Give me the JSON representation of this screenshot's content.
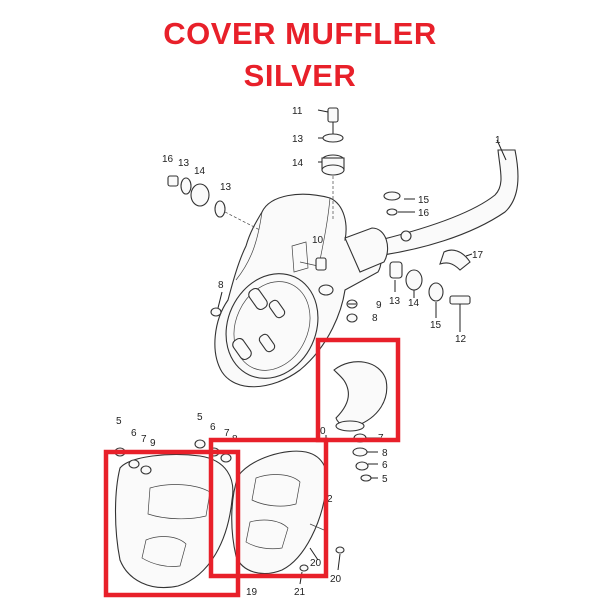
{
  "title": {
    "line1": "COVER MUFFLER",
    "line2": "SILVER",
    "color": "#e8202a"
  },
  "highlight_color": "#e8202a",
  "callouts": [
    {
      "id": "c11",
      "text": "11"
    },
    {
      "id": "c13a",
      "text": "13"
    },
    {
      "id": "c14a",
      "text": "14"
    },
    {
      "id": "c1",
      "text": "1"
    },
    {
      "id": "c16a",
      "text": "16"
    },
    {
      "id": "c13b",
      "text": "13"
    },
    {
      "id": "c14b",
      "text": "14"
    },
    {
      "id": "c13c",
      "text": "13"
    },
    {
      "id": "c15a",
      "text": "15"
    },
    {
      "id": "c16b",
      "text": "16"
    },
    {
      "id": "c10",
      "text": "10"
    },
    {
      "id": "c17",
      "text": "17"
    },
    {
      "id": "c8a",
      "text": "8"
    },
    {
      "id": "c13d",
      "text": "13"
    },
    {
      "id": "c14c",
      "text": "14"
    },
    {
      "id": "c9a",
      "text": "9"
    },
    {
      "id": "c8b",
      "text": "8"
    },
    {
      "id": "c15b",
      "text": "15"
    },
    {
      "id": "c12",
      "text": "12"
    },
    {
      "id": "c5a",
      "text": "5"
    },
    {
      "id": "c6a",
      "text": "6"
    },
    {
      "id": "c7a",
      "text": "7"
    },
    {
      "id": "c9b",
      "text": "9"
    },
    {
      "id": "c5b",
      "text": "5"
    },
    {
      "id": "c6b",
      "text": "6"
    },
    {
      "id": "c7b",
      "text": "7"
    },
    {
      "id": "c8c",
      "text": "8"
    },
    {
      "id": "c0",
      "text": "0"
    },
    {
      "id": "c7c",
      "text": "7"
    },
    {
      "id": "c8d",
      "text": "8"
    },
    {
      "id": "c6c",
      "text": "6"
    },
    {
      "id": "c5c",
      "text": "5"
    },
    {
      "id": "c2a",
      "text": "2"
    },
    {
      "id": "c20a",
      "text": "20"
    },
    {
      "id": "c21",
      "text": "21"
    },
    {
      "id": "c20b",
      "text": "20"
    },
    {
      "id": "c19",
      "text": "19"
    }
  ]
}
